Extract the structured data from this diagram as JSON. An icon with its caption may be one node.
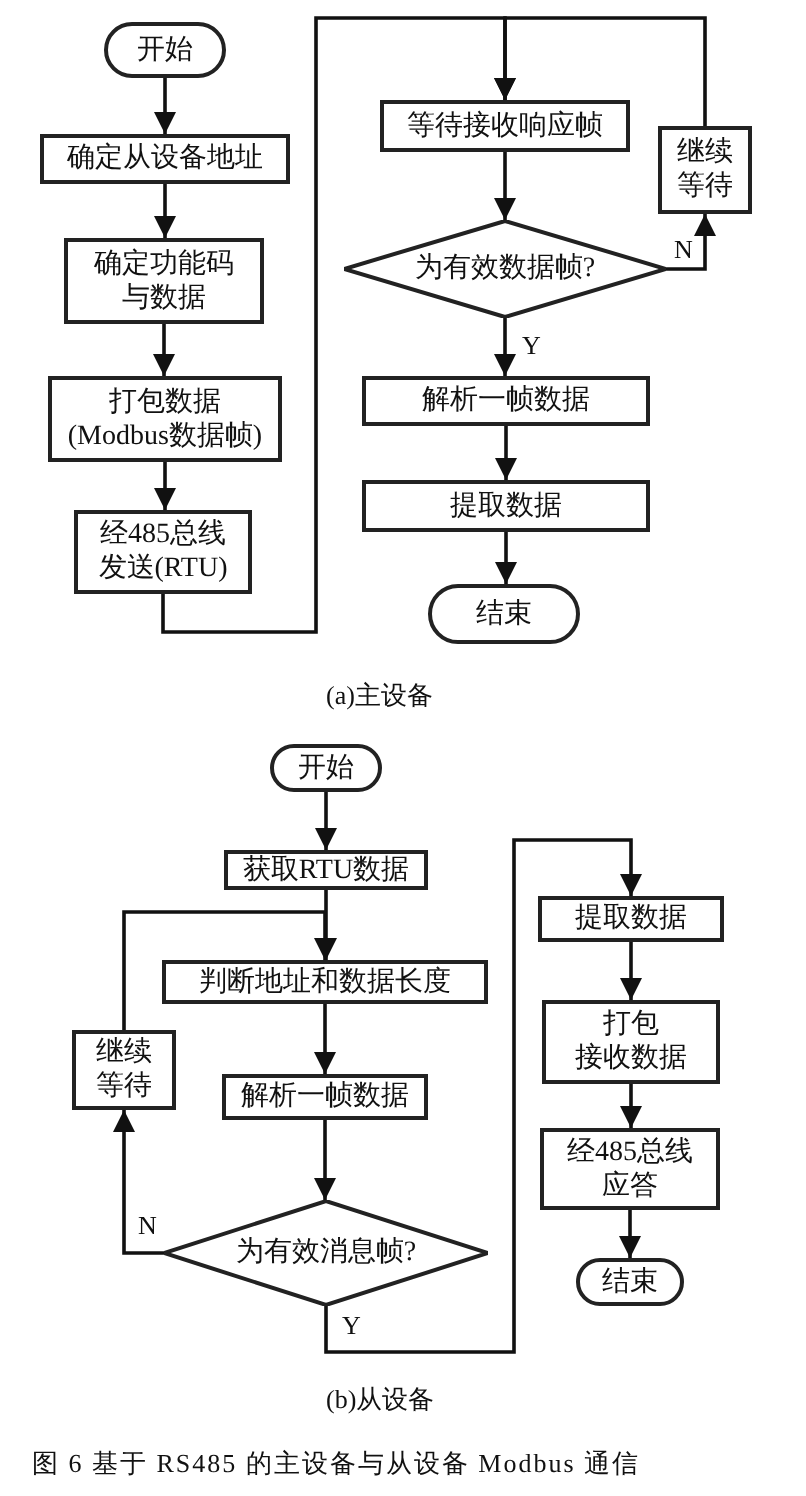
{
  "diagram": {
    "caption": "图 6 基于 RS485 的主设备与从设备 Modbus 通信",
    "nodes": [
      {
        "text": [
          "开始"
        ]
      },
      {
        "text": [
          "确定从设备地址"
        ]
      },
      {
        "text": [
          "确定功能码与数据"
        ]
      },
      {
        "text": [
          "打包数据 (Modbus数据帧)"
        ]
      },
      {
        "text": [
          "经485总线发送(RTU)"
        ]
      },
      {
        "text": [
          "等待接收响应帧"
        ]
      },
      {
        "text": [
          "为有效数据帧?"
        ]
      },
      {
        "text": [
          "继续等待"
        ]
      },
      {
        "text": [
          "解析一帧数据"
        ]
      },
      {
        "text": [
          "提取数据"
        ]
      },
      {
        "text": [
          "结束"
        ]
      },
      {
        "text": [
          "开始"
        ]
      },
      {
        "text": [
          "获取RTU数据"
        ]
      },
      {
        "text": [
          "判断地址和数据长度"
        ]
      },
      {
        "text": [
          "继续等待"
        ]
      },
      {
        "text": [
          "解析一帧数据"
        ]
      },
      {
        "text": [
          "为有效消息帧?"
        ]
      },
      {
        "text": [
          "提取数据"
        ]
      },
      {
        "text": [
          "打包",
          "接收数据"
        ]
      },
      {
        "text": [
          "经485总线应答"
        ]
      },
      {
        "text": [
          "结束"
        ]
      }
    ],
    "edges": [
      {
        "from": 0,
        "to": 1,
        "arrow": "to"
      },
      {
        "from": 1,
        "to": 2,
        "arrow": "to"
      },
      {
        "from": 2,
        "to": 3,
        "arrow": "to"
      },
      {
        "from": 3,
        "to": 4,
        "arrow": "to"
      },
      {
        "from": 4,
        "to": 5,
        "arrow": "to"
      },
      {
        "from": 7,
        "to": 5,
        "arrow": "to"
      },
      {
        "from": 5,
        "to": 6,
        "arrow": "to"
      },
      {
        "from": 6,
        "to": 7,
        "arrow": "to",
        "label": "N"
      },
      {
        "from": 6,
        "to": 8,
        "arrow": "to",
        "label": "Y"
      },
      {
        "from": 8,
        "to": 9,
        "arrow": "to"
      },
      {
        "from": 9,
        "to": 10,
        "arrow": "to"
      },
      {
        "from": 11,
        "to": 12,
        "arrow": "to"
      },
      {
        "from": 12,
        "to": 13,
        "arrow": "to"
      },
      {
        "from": 14,
        "to": 13,
        "arrow": "to"
      },
      {
        "from": 13,
        "to": 15,
        "arrow": "to"
      },
      {
        "from": 15,
        "to": 16,
        "arrow": "to"
      },
      {
        "from": 16,
        "to": 14,
        "arrow": "to",
        "label": "N"
      },
      {
        "from": 16,
        "to": 17,
        "arrow": "to",
        "label": "Y"
      },
      {
        "from": 17,
        "to": 18,
        "arrow": "to"
      },
      {
        "from": 18,
        "to": 19,
        "arrow": "to"
      },
      {
        "from": 19,
        "to": 20,
        "arrow": "to"
      }
    ],
    "labels": [
      "(a)主设备",
      "(b)从设备"
    ]
  }
}
